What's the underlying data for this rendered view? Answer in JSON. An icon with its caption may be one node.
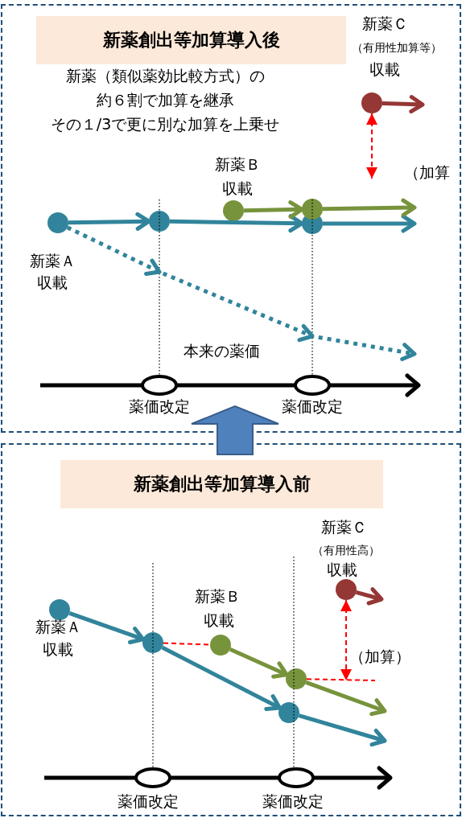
{
  "diagram": {
    "nodes": [
      {
        "text": [],
        "shape": "box"
      },
      {
        "text": [
          "新薬創出等加算導入後"
        ],
        "in": 0
      },
      {
        "text": [],
        "shape": "circle",
        "in": 0,
        "beside": [
          "新薬Ａ",
          "収載"
        ]
      },
      {
        "text": [],
        "shape": "circle",
        "in": 0
      },
      {
        "text": [],
        "shape": "circle",
        "in": 0
      },
      {
        "text": [],
        "shape": "circle",
        "in": 0,
        "beside": [
          "新薬Ｂ",
          "収載"
        ]
      },
      {
        "text": [],
        "shape": "circle",
        "in": 0
      },
      {
        "text": [],
        "shape": "circle",
        "in": 0,
        "beside": [
          "新薬Ｃ",
          "（有用性加算等）",
          "収載"
        ]
      },
      {
        "text": [],
        "shape": "box"
      },
      {
        "text": [
          "新薬創出等加算導入前"
        ],
        "in": 8
      },
      {
        "text": [],
        "shape": "circle",
        "in": 8,
        "beside": [
          "新薬Ａ",
          "収載"
        ]
      },
      {
        "text": [],
        "shape": "circle",
        "in": 8
      },
      {
        "text": [],
        "shape": "circle",
        "in": 8
      },
      {
        "text": [],
        "shape": "circle",
        "in": 8,
        "beside": [
          "新薬Ｂ",
          "収載"
        ]
      },
      {
        "text": [],
        "shape": "circle",
        "in": 8
      },
      {
        "text": [],
        "shape": "circle",
        "in": 8,
        "beside": [
          "新薬Ｃ",
          "（有用性高）",
          "収載"
        ]
      }
    ],
    "edges": [
      {
        "from": 2,
        "to": 3,
        "arrow": "to"
      },
      {
        "from": 3,
        "to": 4,
        "arrow": "to"
      },
      {
        "from": 4,
        "to": null,
        "arrow": "to"
      },
      {
        "from": 5,
        "to": 6,
        "arrow": "to",
        "color": "#77933c"
      },
      {
        "from": 6,
        "to": null,
        "arrow": "to",
        "color": "#77933c"
      },
      {
        "from": 7,
        "to": null,
        "arrow": "to",
        "color": "#953735"
      },
      {
        "from": 7,
        "to": null,
        "arrow": "both",
        "style": "dashed",
        "color": "#ff0000"
      },
      {
        "from": 2,
        "to": null,
        "arrow": "to",
        "style": "dashed"
      },
      {
        "from": 8,
        "to": 0,
        "arrow": "to",
        "style": "thick",
        "color": "#4f81bd"
      },
      {
        "from": 10,
        "to": 11,
        "arrow": "to"
      },
      {
        "from": 11,
        "to": 12,
        "arrow": "to"
      },
      {
        "from": 12,
        "to": null,
        "arrow": "to"
      },
      {
        "from": 13,
        "to": 14,
        "arrow": "to",
        "color": "#77933c"
      },
      {
        "from": 14,
        "to": null,
        "arrow": "to",
        "color": "#77933c"
      },
      {
        "from": 15,
        "to": null,
        "arrow": "to",
        "color": "#953735"
      },
      {
        "from": 11,
        "to": 13,
        "arrow": "none",
        "style": "dashed",
        "color": "#ff0000"
      },
      {
        "from": 14,
        "to": null,
        "arrow": "none",
        "style": "dashed",
        "color": "#ff0000"
      },
      {
        "from": 15,
        "to": null,
        "arrow": "both",
        "style": "dashed",
        "color": "#ff0000"
      }
    ],
    "labels": [
      "新薬（類似薬効比較方式）の",
      "約６割で加算を継承",
      "その１/3で更に別な加算を上乗せ",
      "（加算",
      "本来の薬価",
      "薬価改定",
      "薬価改定",
      "（加算）",
      "薬価改定",
      "薬価改定"
    ]
  }
}
